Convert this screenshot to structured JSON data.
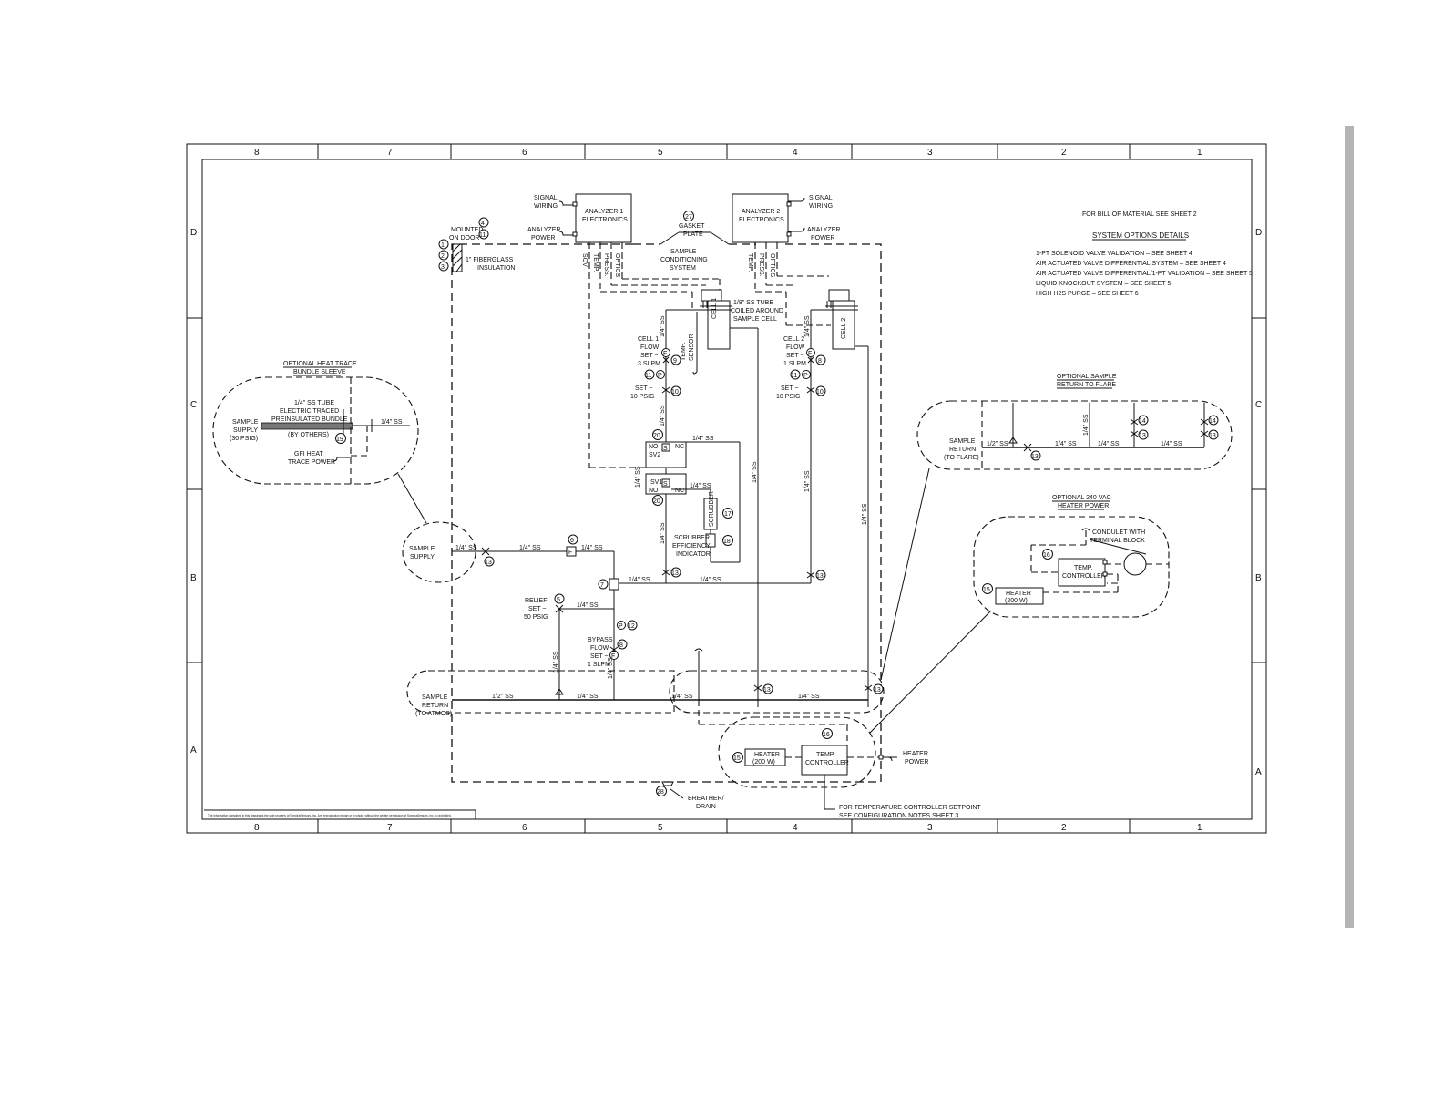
{
  "zones": {
    "columns": [
      "8",
      "7",
      "6",
      "5",
      "4",
      "3",
      "2",
      "1"
    ],
    "rows": [
      "D",
      "C",
      "B",
      "A"
    ]
  },
  "notes": {
    "bom": "FOR BILL OF MATERIAL SEE SHEET 2",
    "options_title": "SYSTEM OPTIONS DETAILS",
    "options": [
      "1-PT SOLENOID VALVE VALIDATION – SEE SHEET 4",
      "AIR ACTUATED VALVE DIFFERENTIAL SYSTEM – SEE SHEET 4",
      "AIR ACTUATED VALVE DIFFERENTIAL/1-PT VALIDATION – SEE SHEET 5",
      "LIQUID KNOCKOUT SYSTEM – SEE SHEET 5",
      "HIGH H2S PURGE – SEE SHEET 6"
    ]
  },
  "analyzer1": {
    "name_l1": "ANALYZER 1",
    "name_l2": "ELECTRONICS",
    "signal_l1": "SIGNAL",
    "signal_l2": "WIRING",
    "power_l1": "ANALYZER",
    "power_l2": "POWER"
  },
  "analyzer2": {
    "name_l1": "ANALYZER 2",
    "name_l2": "ELECTRONICS",
    "signal_l1": "SIGNAL",
    "signal_l2": "WIRING",
    "power_l1": "ANALYZER",
    "power_l2": "POWER"
  },
  "gasket": {
    "num": "27",
    "l1": "GASKET",
    "l2": "PLATE"
  },
  "conditioning": {
    "l1": "SAMPLE",
    "l2": "CONDITIONING",
    "l3": "SYSTEM"
  },
  "mounted": {
    "l1": "MOUNTED",
    "l2": "ON DOOR",
    "n4": "4",
    "n11": "11"
  },
  "insulation": {
    "l1": "1\" FIBERGLASS",
    "l2": "INSULATION",
    "n1": "1",
    "n2": "2",
    "n3": "3"
  },
  "cell_wires": {
    "sv": "SOV",
    "temp": "TEMP.",
    "press": "PRESS.",
    "optics": "OPTICS"
  },
  "cell1": {
    "name": "CELL 1",
    "tube_l1": "1/8\" SS TUBE",
    "tube_l2": "COILED AROUND",
    "tube_l3": "SAMPLE CELL",
    "sensor_l1": "TEMP.",
    "sensor_l2": "SENSOR",
    "flow_l1": "CELL 1",
    "flow_l2": "FLOW",
    "flow_l3": "SET ~",
    "flow_l4": "3 SLPM",
    "set_l1": "SET ~",
    "set_l2": "10 PSIG"
  },
  "cell2": {
    "name": "CELL 2",
    "flow_l1": "CELL 2",
    "flow_l2": "FLOW",
    "flow_l3": "SET ~",
    "flow_l4": "1 SLPM",
    "set_l1": "SET ~",
    "set_l2": "10 PSIG"
  },
  "callouts": {
    "n6": "6",
    "n7": "7",
    "n5": "5",
    "n8": "8",
    "n9": "9",
    "n10": "10",
    "n11": "11",
    "n12": "12",
    "n13": "13",
    "n14": "14",
    "n15": "15",
    "n16": "16",
    "n17": "17",
    "n18": "18",
    "n19": "19",
    "n20": "20",
    "n28": "28"
  },
  "symbols": {
    "flow": "F",
    "pressure": "P",
    "filter": "F",
    "solenoid": "S"
  },
  "solenoids": {
    "sv1": "SV1",
    "sv2": "SV2",
    "no": "NO",
    "nc": "NC"
  },
  "scrubber": {
    "name": "SCRUBBER",
    "ind_l1": "SCRUBBER",
    "ind_l2": "EFFICIENCY",
    "ind_l3": "INDICATOR"
  },
  "tubes": {
    "q": "1/4\" SS",
    "h": "1/2\" SS"
  },
  "relief": {
    "l1": "RELIEF",
    "l2": "SET ~",
    "l3": "50 PSIG"
  },
  "bypass": {
    "l1": "BYPASS",
    "l2": "FLOW",
    "l3": "SET ~",
    "l4": "1 SLPM"
  },
  "heat_trace": {
    "title_l1": "OPTIONAL HEAT TRACE",
    "title_l2": "BUNDLE SLEEVE",
    "bundle_l1": "1/4\" SS TUBE",
    "bundle_l2": "ELECTRIC TRACED",
    "bundle_l3": "PREINSULATED BUNDLE",
    "bundle_l4": "(BY OTHERS)",
    "supply_l1": "SAMPLE",
    "supply_l2": "SUPPLY",
    "supply_l3": "(30 PSIG)",
    "gfi_l1": "GFI HEAT",
    "gfi_l2": "TRACE POWER"
  },
  "sample_supply": {
    "l1": "SAMPLE",
    "l2": "SUPPLY"
  },
  "sample_return": {
    "l1": "SAMPLE",
    "l2": "RETURN",
    "l3": "(TO ATMOS)"
  },
  "flare": {
    "title_l1": "OPTIONAL SAMPLE",
    "title_l2": "RETURN TO FLARE",
    "l1": "SAMPLE",
    "l2": "RETURN",
    "l3": "(TO FLARE)"
  },
  "heater240": {
    "title_l1": "OPTIONAL 240 VAC",
    "title_l2": "HEATER POWER",
    "conduit_l1": "CONDULET WITH",
    "conduit_l2": "TERMINAL BLOCK",
    "ctrl_l1": "TEMP.",
    "ctrl_l2": "CONTROLLER",
    "heater_l1": "HEATER",
    "heater_l2": "(200 W)"
  },
  "heater_main": {
    "ctrl_l1": "TEMP.",
    "ctrl_l2": "CONTROLLER",
    "heater_l1": "HEATER",
    "heater_l2": "(200 W)",
    "power_l1": "HEATER",
    "power_l2": "POWER",
    "note_l1": "FOR TEMPERATURE CONTROLLER SETPOINT",
    "note_l2": "SEE CONFIGURATION NOTES SHEET 3"
  },
  "breather": {
    "l1": "BREATHER/",
    "l2": "DRAIN"
  },
  "legal": "The information contained in this drawing is the sole property of SpectraSensors, Inc. Any reproduction in part or in whole, without the written permission of SpectraSensors, Inc. is prohibited."
}
